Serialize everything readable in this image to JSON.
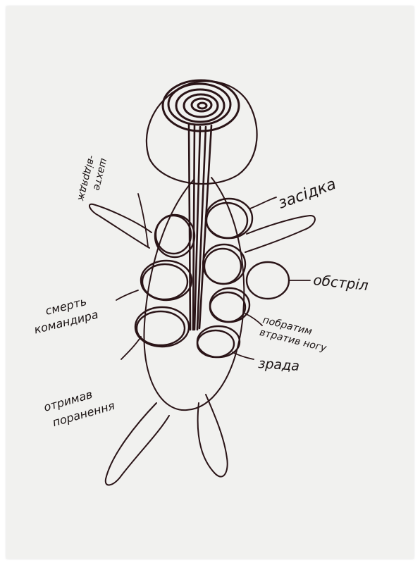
{
  "colors": {
    "paper": "#f1f1ef",
    "ink": "#2a1417",
    "ink_light": "#3b1e22",
    "label_ink": "#1b1414"
  },
  "labels": {
    "ambush": "засідка",
    "shelling": "обстріл",
    "comrades_lost_leg": [
      "побратим",
      "втратив ногу"
    ],
    "betrayal": "зрада",
    "commander_death": [
      "смерть",
      "командира"
    ],
    "got_wounded": [
      "отримав",
      "поранення"
    ],
    "unknown_top": [
      "шахте",
      "-відрядж"
    ]
  }
}
